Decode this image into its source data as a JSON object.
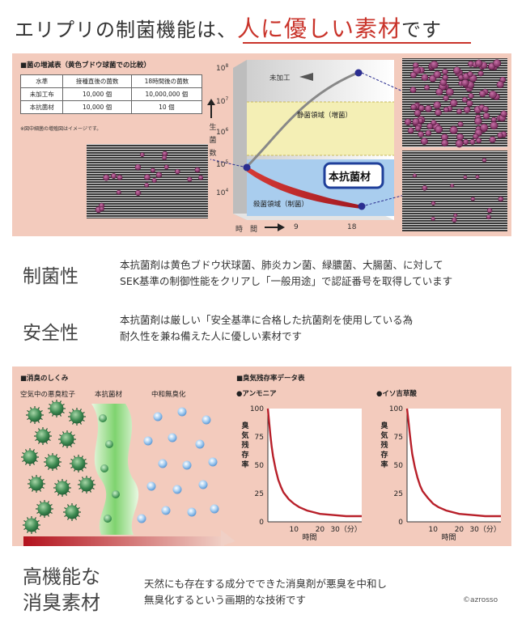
{
  "header": {
    "title_lead": "エリプリの制菌機能は、",
    "title_highlight": "人に優しい素材",
    "title_tail": "です"
  },
  "bacteria": {
    "table_title": "■菌の増減表（黄色ブドウ球菌での比較）",
    "columns": [
      "水準",
      "接種直後の菌数",
      "18時間後の菌数"
    ],
    "rows": [
      [
        "未加工布",
        "10,000 個",
        "10,000,000 個"
      ],
      [
        "本抗菌材",
        "10,000 個",
        "10 個"
      ]
    ],
    "note": "※図中細菌の増殖図はイメージです。",
    "y_ticks": [
      "10",
      "10",
      "10",
      "10",
      "10"
    ],
    "y_exps": [
      "8",
      "7",
      "6",
      "5",
      "4"
    ],
    "y_label": [
      "生",
      "菌",
      "数"
    ],
    "x_label": "時　間",
    "x_ticks": [
      "9",
      "18"
    ],
    "label_untreated": "未加工",
    "zone_static": "静菌領域（増菌）",
    "zone_kill": "殺菌領域（制菌）",
    "callout": "本抗菌材"
  },
  "features": [
    {
      "heading": "制菌性",
      "lines": [
        "本抗菌剤は黄色ブドウ状球菌、肺炎カン菌、緑膿菌、大腸菌、に対して",
        "SEK基準の制御性能をクリアし「一般用途」で認証番号を取得しています"
      ]
    },
    {
      "heading": "安全性",
      "lines": [
        "本抗菌剤は厳しい「安全基準に合格した抗菌剤を使用している為",
        "耐久性を兼ね備えた人に優しい素材です"
      ]
    }
  ],
  "deodor": {
    "title": "■消臭のしくみ",
    "labels": [
      "空気中の悪臭粒子",
      "本抗菌材",
      "中和無臭化"
    ],
    "data_title": "■臭気残存率データ表",
    "chart_titles": [
      "●アンモニア",
      "●イソ吉草酸"
    ],
    "ylabel_chars": [
      "臭",
      "気",
      "残",
      "存",
      "率"
    ],
    "y_ticks": [
      "100",
      "75",
      "50",
      "25",
      "0"
    ],
    "x_ticks": [
      "10",
      "20",
      "30（分）"
    ],
    "xlabel": "時間"
  },
  "chart_data": [
    {
      "type": "line",
      "title": "●アンモニア",
      "xlabel": "時間",
      "ylabel": "臭気残存率",
      "xlim": [
        0,
        36
      ],
      "ylim": [
        0,
        100
      ],
      "x_ticks": [
        10,
        20,
        30
      ],
      "y_ticks": [
        0,
        25,
        50,
        75,
        100
      ],
      "series": [
        {
          "x": [
            0,
            0.5,
            1,
            1.5,
            2,
            3,
            4,
            5,
            6,
            8,
            10,
            12,
            15,
            20,
            25,
            30,
            36
          ],
          "y": [
            100,
            88,
            76,
            66,
            58,
            46,
            37,
            31,
            26,
            20,
            16,
            13,
            10,
            7,
            6,
            5,
            5
          ]
        }
      ]
    },
    {
      "type": "line",
      "title": "●イソ吉草酸",
      "xlabel": "時間",
      "ylabel": "臭気残存率",
      "xlim": [
        0,
        36
      ],
      "ylim": [
        0,
        100
      ],
      "x_ticks": [
        10,
        20,
        30
      ],
      "y_ticks": [
        0,
        25,
        50,
        75,
        100
      ],
      "series": [
        {
          "x": [
            0,
            0.5,
            1,
            1.5,
            2,
            3,
            4,
            5,
            6,
            8,
            10,
            12,
            15,
            20,
            25,
            30,
            36
          ],
          "y": [
            100,
            90,
            79,
            69,
            60,
            48,
            39,
            32,
            27,
            21,
            16,
            13,
            10,
            7,
            6,
            5,
            5
          ]
        }
      ]
    }
  ],
  "footer": {
    "heading_lines": [
      "高機能な",
      "消臭素材"
    ],
    "lines": [
      "天然にも存在する成分でできた消臭剤が悪臭を中和し",
      "無臭化するという画期的な技術です"
    ],
    "copyright": "©azrosso"
  },
  "colors": {
    "accent": "#c9332a",
    "panel": "#f3cbbd",
    "zone_yellow": "#f4efb5",
    "zone_blue": "#a9cdee",
    "curve": "#b8202a",
    "bacteria": "#8a3a6a",
    "deodor_green": "#2f8f46",
    "deodor_blue": "#7ab4e6"
  }
}
